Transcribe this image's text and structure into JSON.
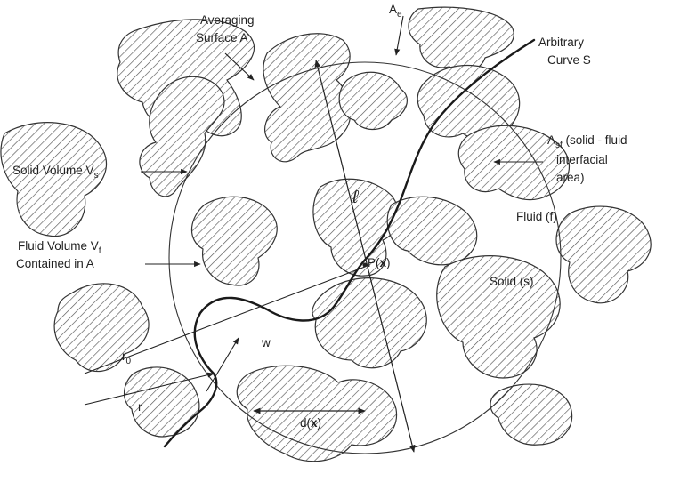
{
  "labels": {
    "averaging_1": "Averaging",
    "averaging_2": "Surface A",
    "ae_main": "A",
    "ae_sub": "e",
    "arbitrary_1": "Arbitrary",
    "arbitrary_2": "Curve S",
    "asf_main": "A",
    "asf_sub": "sf",
    "asf_1_rest": " (solid - fluid",
    "asf_2": "interfacial",
    "asf_3": "area)",
    "solid_volume": "Solid Volume V",
    "solid_volume_sub": "s",
    "fluid_volume_1": "Fluid Volume V",
    "fluid_volume_sub": "f",
    "fluid_volume_2": "Contained in A",
    "fluid_f": "Fluid (f)",
    "solid_s": "Solid (s)",
    "ell": "ℓ",
    "p_x_pre": "P(",
    "p_x_bold": "x",
    "p_x_post": ")",
    "w": "w",
    "r0_main": "r",
    "r0_sub": "0",
    "r": "r",
    "d_x_pre": "d(",
    "d_x_bold": "x",
    "d_x_post": ")"
  }
}
